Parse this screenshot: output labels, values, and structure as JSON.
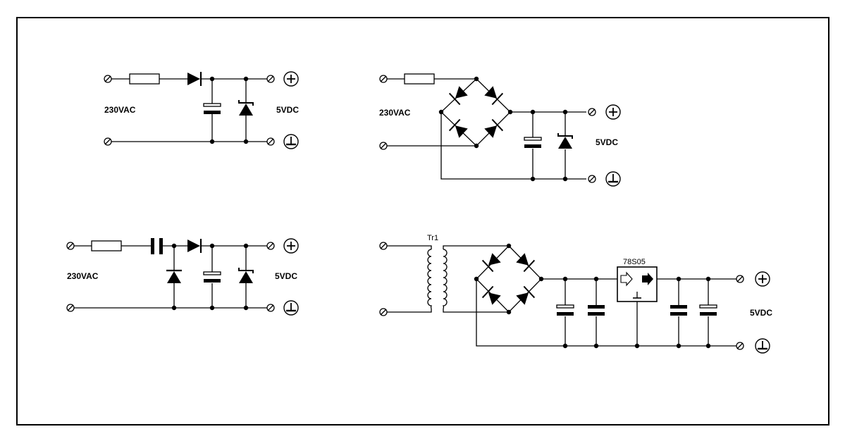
{
  "circuits": {
    "a": {
      "input_label": "230VAC",
      "output_label": "5VDC"
    },
    "b": {
      "input_label": "230VAC",
      "output_label": "5VDC"
    },
    "c": {
      "input_label": "230VAC",
      "output_label": "5VDC"
    },
    "d": {
      "transformer_label": "Tr1",
      "regulator_label": "78S05",
      "output_label": "5VDC"
    }
  }
}
